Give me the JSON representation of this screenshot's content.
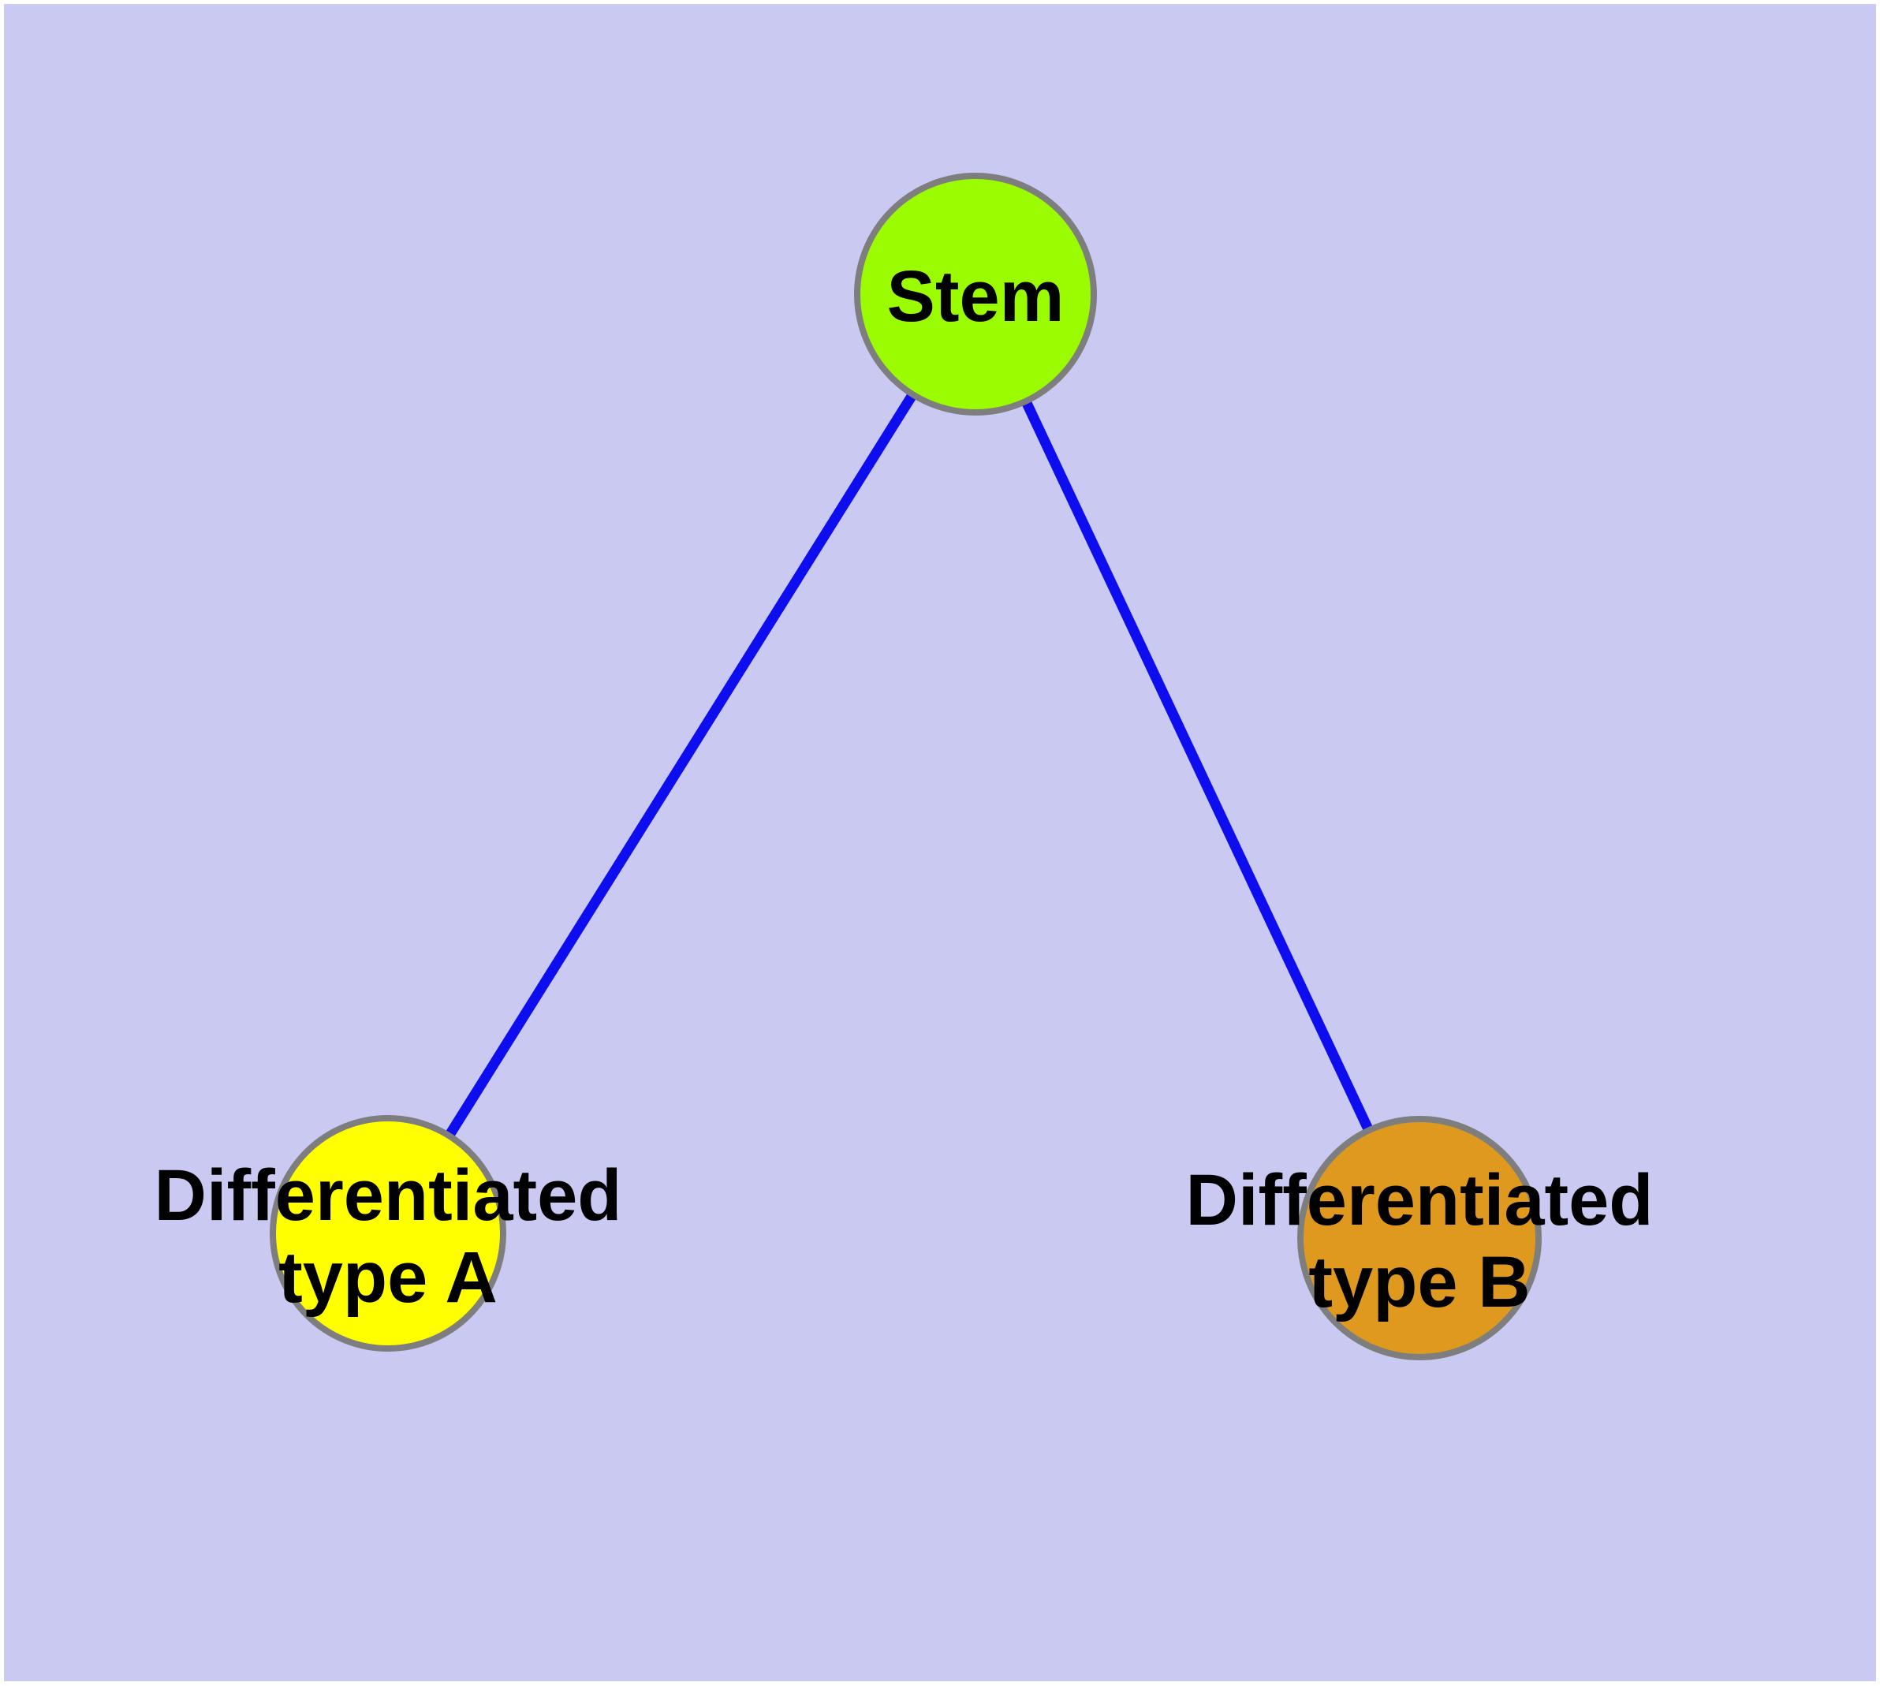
{
  "figure": {
    "type": "node-link-diagram",
    "description": "Cell differentiation hierarchy: one stem node linked to two differentiated type nodes",
    "background_color": "#c9c9f1",
    "page_margin_color": "#ffffff",
    "edge_color": "#0d0df0",
    "node_border_color": "#7e7e7e",
    "label_color": "#000000",
    "nodes": [
      {
        "id": "stem",
        "label": "Stem",
        "line1": "Stem",
        "line2": "",
        "color": "#9bfb00"
      },
      {
        "id": "diff-a",
        "label": "Differentiated type A",
        "line1": "Differentiated",
        "line2": "type A",
        "color": "#ffff00"
      },
      {
        "id": "diff-b",
        "label": "Differentiated type B",
        "line1": "Differentiated",
        "line2": "type B",
        "color": "#e0991f"
      }
    ],
    "edges": [
      {
        "from": "Stem",
        "to": "Differentiated type A"
      },
      {
        "from": "Stem",
        "to": "Differentiated type B"
      }
    ]
  }
}
